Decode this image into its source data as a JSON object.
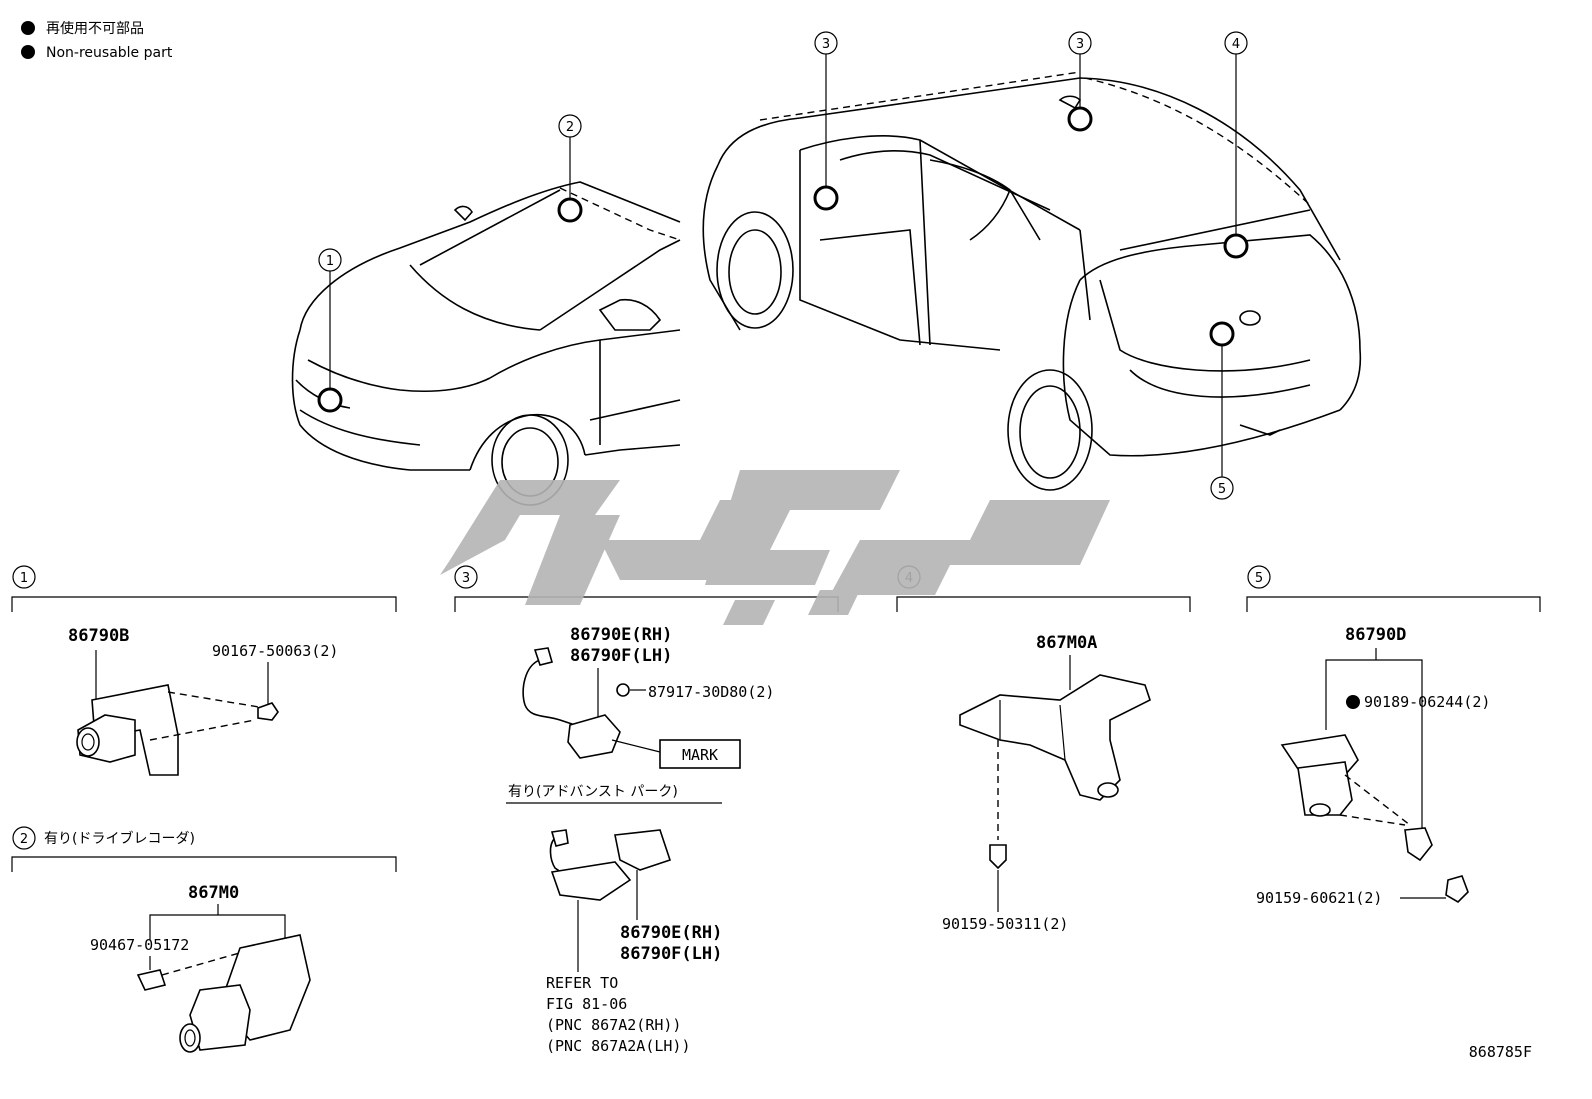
{
  "legend": [
    {
      "icon": "filled-circle-icon",
      "text": "再使用不可部品"
    },
    {
      "icon": "filled-circle-icon",
      "text": "Non-reusable part"
    }
  ],
  "callouts": [
    "1",
    "2",
    "3",
    "3",
    "4",
    "5"
  ],
  "sections": {
    "s1": {
      "num": "1",
      "parts": [
        "86790B",
        "90167-50063(2)"
      ]
    },
    "s2": {
      "num": "2",
      "title": "有り(ドライブレコーダ)",
      "parts": [
        "867M0",
        "90467-05172"
      ]
    },
    "s3": {
      "num": "3",
      "parts_top": [
        "86790E(RH)",
        "86790F(LH)",
        "87917-30D80(2)"
      ],
      "mark": "MARK",
      "option_label": "有り(アドバンスト パーク)",
      "parts_bottom": [
        "86790E(RH)",
        "86790F(LH)"
      ],
      "refer": [
        "REFER TO",
        "FIG 81-06",
        "(PNC 867A2(RH))",
        "(PNC 867A2A(LH))"
      ]
    },
    "s4": {
      "num": "4",
      "parts": [
        "867M0A",
        "90159-50311(2)"
      ]
    },
    "s5": {
      "num": "5",
      "parts": [
        "86790D",
        "90189-06244(2)",
        "90159-60621(2)"
      ]
    }
  },
  "figure_id": "868785F",
  "colors": {
    "line": "#000000",
    "watermark": "#b4b4b4"
  }
}
